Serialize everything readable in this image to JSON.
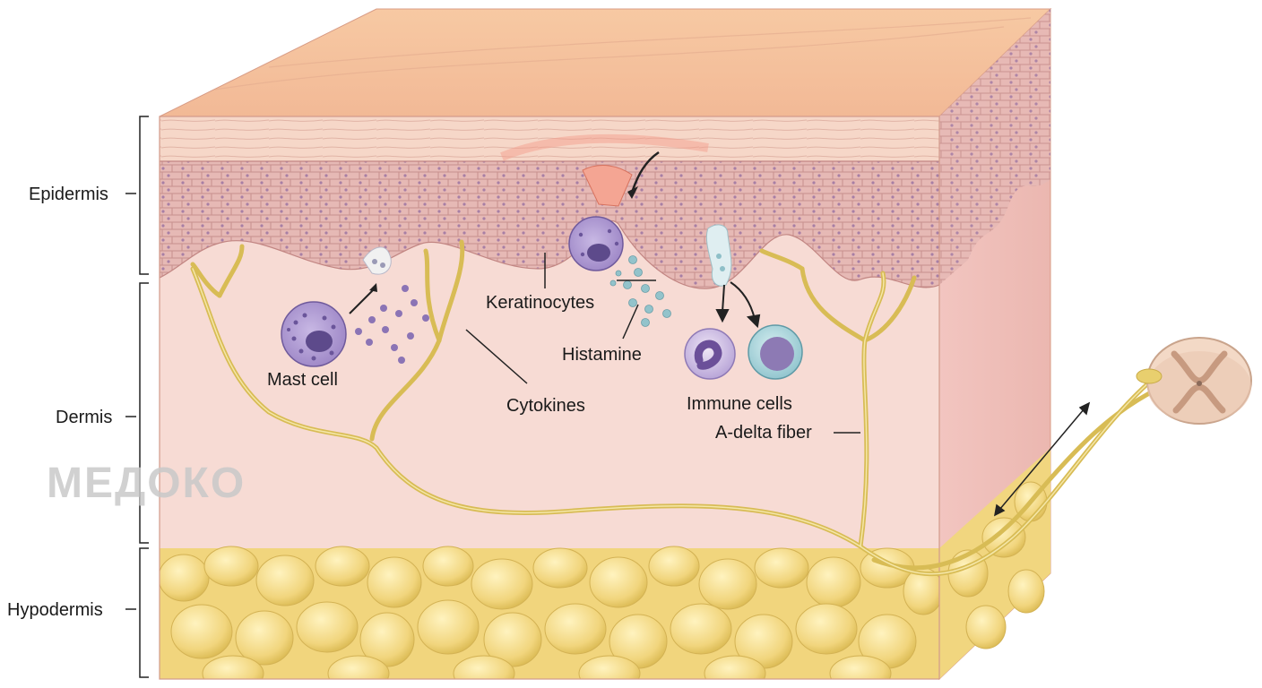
{
  "layers": {
    "epidermis": "Epidermis",
    "dermis": "Dermis",
    "hypodermis": "Hypodermis"
  },
  "labels": {
    "keratinocytes": "Keratinocytes",
    "mast_cell": "Mast cell",
    "histamine": "Histamine",
    "cytokines": "Cytokines",
    "immune_cells": "Immune cells",
    "a_delta_fiber": "A-delta fiber"
  },
  "watermark": "МЕДОКО",
  "colors": {
    "epidermis": "#e3b2ae",
    "dermis": "#f7d9d3",
    "hypodermis": "#f3d98a",
    "nerve": "#e8cf6e",
    "mast_cell": "#8a76b3",
    "histamine": "#8fbfc7"
  }
}
